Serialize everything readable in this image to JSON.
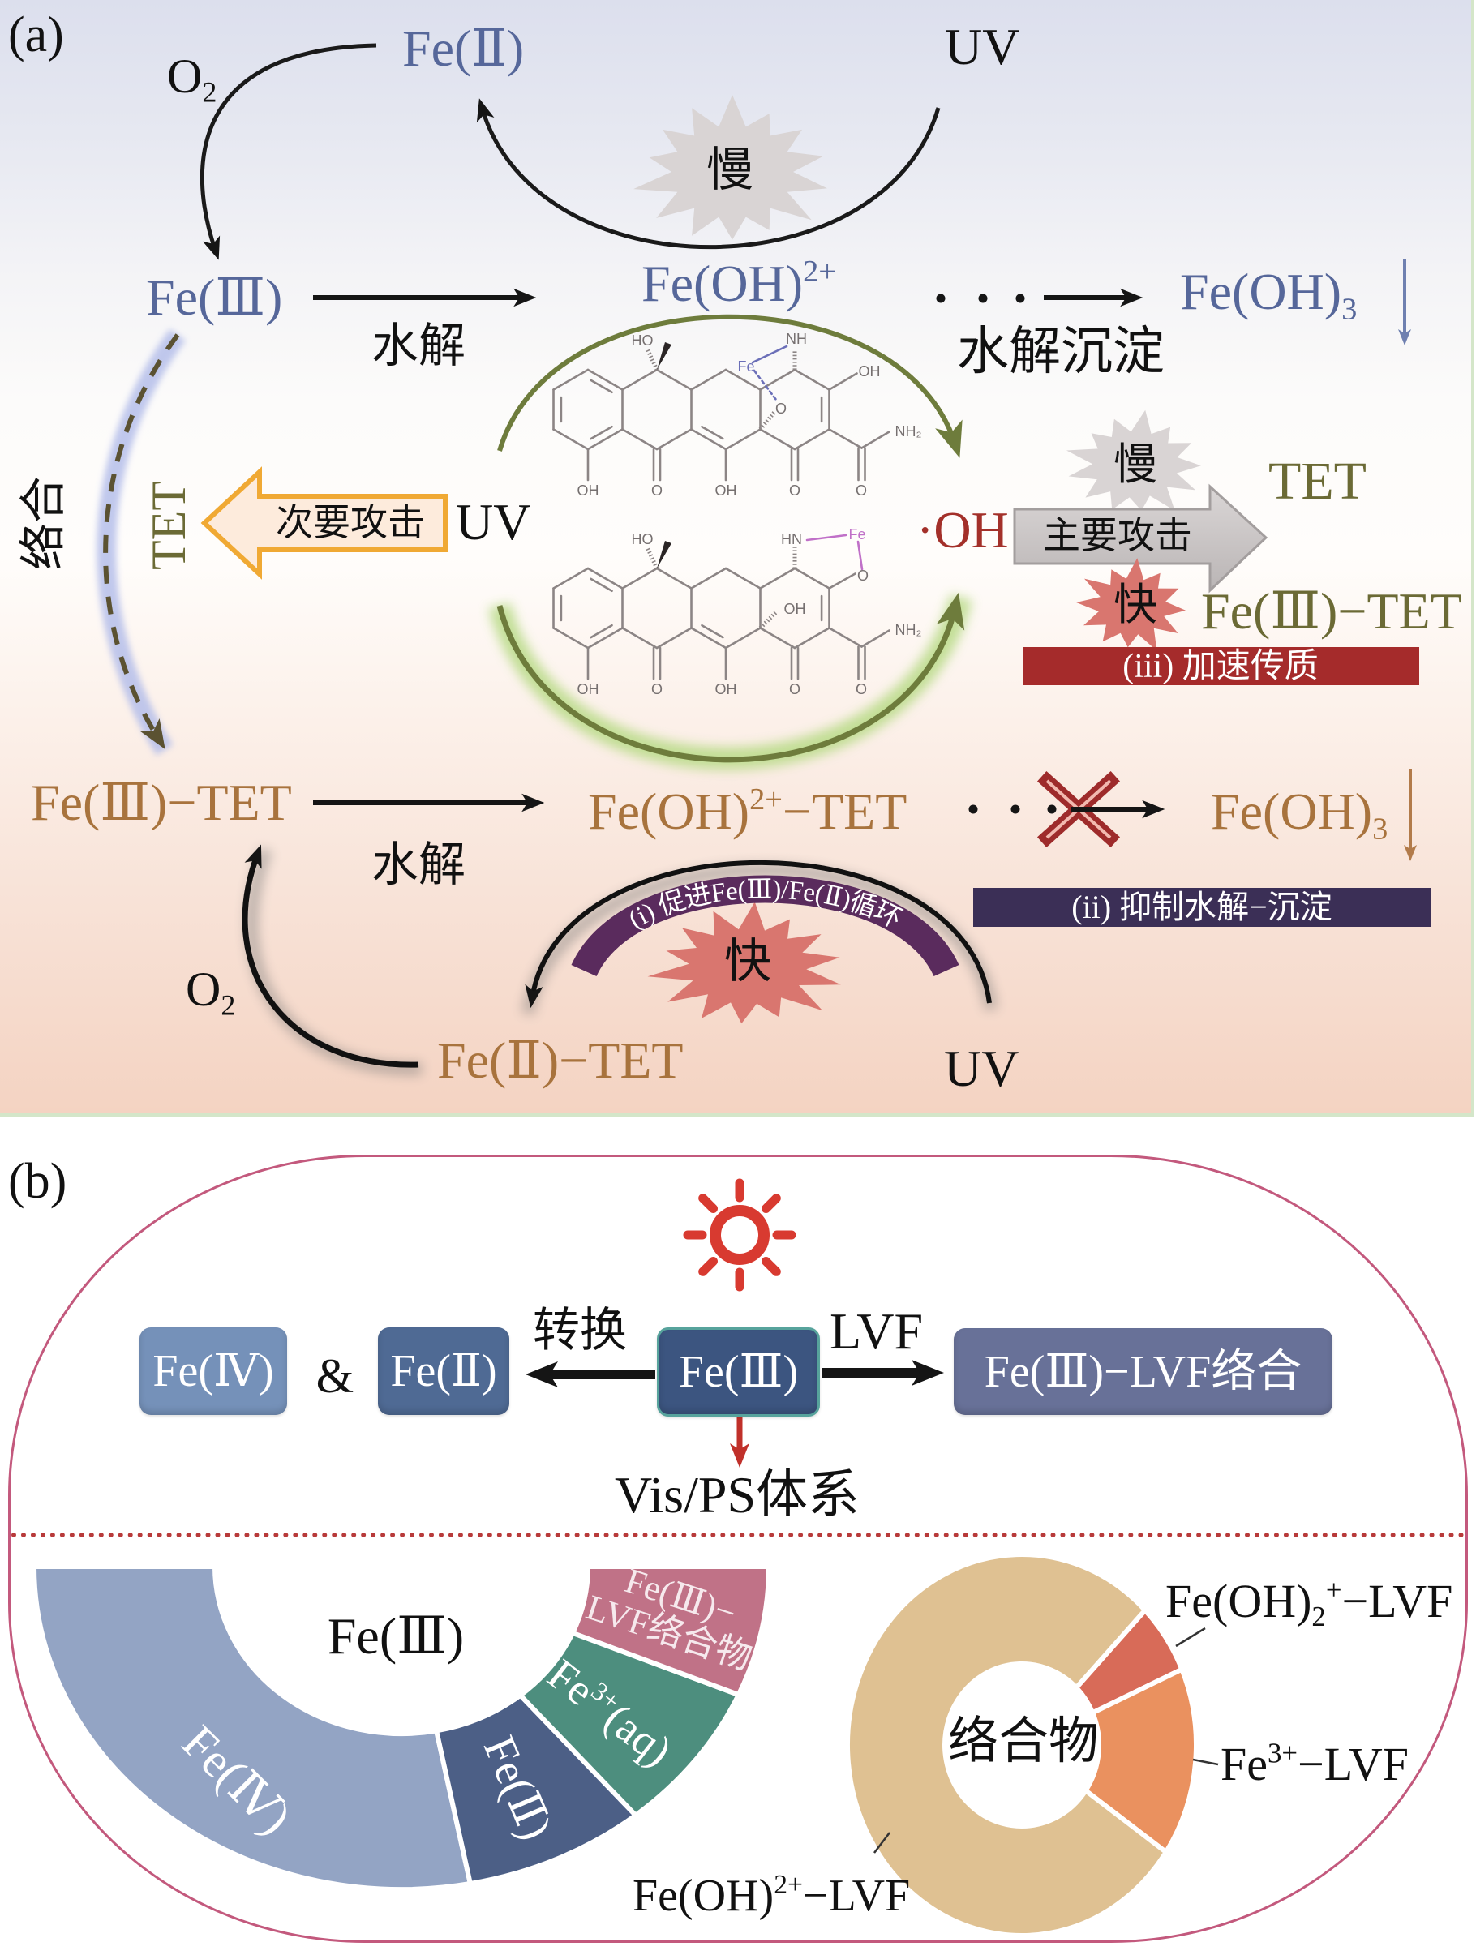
{
  "colors": {
    "fe_species": "#56679a",
    "tet": "#6b6a35",
    "fe_tet_complex": "#a8733d",
    "hydroxyl_radical": "#a3302a",
    "mass_transfer_bar": "#a52b2b",
    "inhibit_bar": "#3b2f56",
    "cycle_band": "#5a2b5d",
    "minor_attack_arrow": "#f0a934",
    "major_attack_arrow": "#c8c4c4",
    "slow_star": "#d9d4d4",
    "fast_star": "#d9766f",
    "hydrolysis_arc": "#6e7c3c",
    "pill_outline": "#c3597d",
    "separator": "#b83a3a",
    "sun": "#d83a30",
    "vis_ps_arrow": "#c0302a",
    "fe_top_coordination": "#6b6fb8",
    "fe_bottom_coordination": "#c070c8"
  },
  "panel_a": {
    "label": "(a)",
    "free_iron_cycle": {
      "oxygen": {
        "base": "O",
        "sub": "2"
      },
      "fe2": "Fe(Ⅱ)",
      "uv": "UV",
      "rate": "慢",
      "fe3": "Fe(Ⅲ)",
      "hydrolysis": "水解",
      "fe_oh": {
        "base": "Fe(OH)",
        "sup": "2+"
      },
      "fe_oh3": {
        "base": "Fe(OH)",
        "sub": "3"
      },
      "precipitation": "水解沉淀"
    },
    "degradation": {
      "complexation": "络合",
      "tet_vertical": "TET",
      "minor_attack": "次要攻击",
      "uv": "UV",
      "hydroxyl_radical": "·OH",
      "major_attack": "主要攻击",
      "slow": "慢",
      "fast": "快",
      "tet": "TET",
      "fe3_tet": "Fe(Ⅲ)−TET",
      "mechanism_iii": "(iii) 加速传质",
      "molecule_top_labels": [
        "HO",
        "NH",
        "Fe",
        "O",
        "OH",
        "NH₂",
        "OH",
        "O",
        "OH",
        "O",
        "O"
      ],
      "molecule_bottom_labels": [
        "HO",
        "HN",
        "Fe",
        "O",
        "OH",
        "NH₂",
        "OH",
        "O",
        "OH",
        "O",
        "O"
      ]
    },
    "complex_cycle": {
      "fe3_tet": "Fe(Ⅲ)−TET",
      "hydrolysis": "水解",
      "fe_oh_tet": {
        "base": "Fe(OH)",
        "sup": "2+",
        "tail": "−TET"
      },
      "fe_oh3": {
        "base": "Fe(OH)",
        "sub": "3"
      },
      "mechanism_ii": "(ii) 抑制水解−沉淀",
      "mechanism_i": "(i) 促进Fe(Ⅲ)/Fe(Ⅱ)循环",
      "fast": "快",
      "oxygen": {
        "base": "O",
        "sub": "2"
      },
      "fe2_tet": "Fe(Ⅱ)−TET",
      "uv": "UV"
    }
  },
  "panel_b": {
    "label": "(b)",
    "flow": {
      "fe4": "Fe(Ⅳ)",
      "and": "&",
      "fe2": "Fe(Ⅱ)",
      "conversion": "转换",
      "fe3": "Fe(Ⅲ)",
      "lvf": "LVF",
      "complex": "Fe(Ⅲ)−LVF络合",
      "system": "Vis/PS体系"
    },
    "speciation": {
      "center_label": "Fe(Ⅲ)",
      "segment_labels": [
        {
          "base": "Fe(Ⅳ)"
        },
        {
          "base": "Fe(Ⅱ)"
        },
        {
          "base": "Fe",
          "sup": "3+",
          "tail": "(aq)"
        },
        {
          "line1": "Fe(Ⅲ)−",
          "line2": "LVF络合物"
        }
      ]
    },
    "complexes": {
      "center_label": "络合物",
      "labels": [
        {
          "base": "Fe(OH)",
          "sub": "2",
          "sup": "+",
          "tail": "−LVF"
        },
        {
          "base": "Fe",
          "sup": "3+",
          "tail": "−LVF"
        },
        {
          "base": "Fe(OH)",
          "sup": "2+",
          "tail": "−LVF"
        }
      ]
    }
  },
  "chart_data": [
    {
      "type": "pie",
      "variant": "semi-donut",
      "title": "Fe(Ⅲ)",
      "categories": [
        "Fe(Ⅳ)",
        "Fe(Ⅱ)",
        "Fe³⁺(aq)",
        "Fe(Ⅲ)−LVF络合物"
      ],
      "values": [
        56,
        16,
        15,
        13
      ],
      "unit": "%",
      "colors": [
        "#93a4c4",
        "#4c5f86",
        "#4d8e7e",
        "#c07287"
      ]
    },
    {
      "type": "pie",
      "variant": "donut",
      "title": "络合物",
      "categories": [
        "Fe(OH)₂⁺−LVF",
        "Fe³⁺−LVF",
        "Fe(OH)²⁺−LVF"
      ],
      "values": [
        6,
        16,
        78
      ],
      "unit": "%",
      "colors": [
        "#d86b58",
        "#ea915f",
        "#dfc192"
      ]
    }
  ]
}
